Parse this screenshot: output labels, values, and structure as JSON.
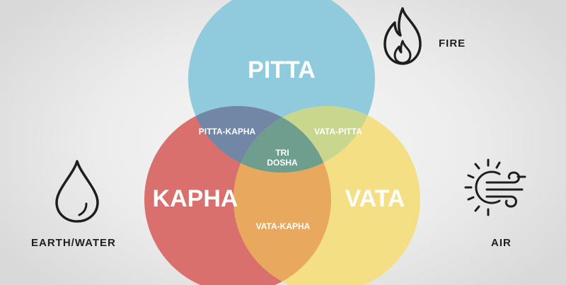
{
  "circles": {
    "pitta": {
      "label": "PITTA",
      "color": "#8fcbdc"
    },
    "kapha": {
      "label": "KAPHA",
      "color": "#d9706e"
    },
    "vata": {
      "label": "VATA",
      "color": "#f5df85"
    }
  },
  "overlaps": {
    "pitta_kapha": "PITTA-KAPHA",
    "vata_pitta": "VATA-PITTA",
    "vata_kapha": "VATA-KAPHA",
    "tri_dosha_line1": "TRI",
    "tri_dosha_line2": "DOSHA"
  },
  "overlap_colors": {
    "pitta_kapha": "#7187a5",
    "vata_pitta": "#c8d68e",
    "vata_kapha": "#e8a95f",
    "center": "#6d9e8e"
  },
  "elements": {
    "fire": {
      "label": "FIRE",
      "icon": "flame-icon"
    },
    "earth_water": {
      "label": "EARTH/WATER",
      "icon": "water-drop-icon"
    },
    "air": {
      "label": "AIR",
      "icon": "wind-sun-icon"
    }
  }
}
